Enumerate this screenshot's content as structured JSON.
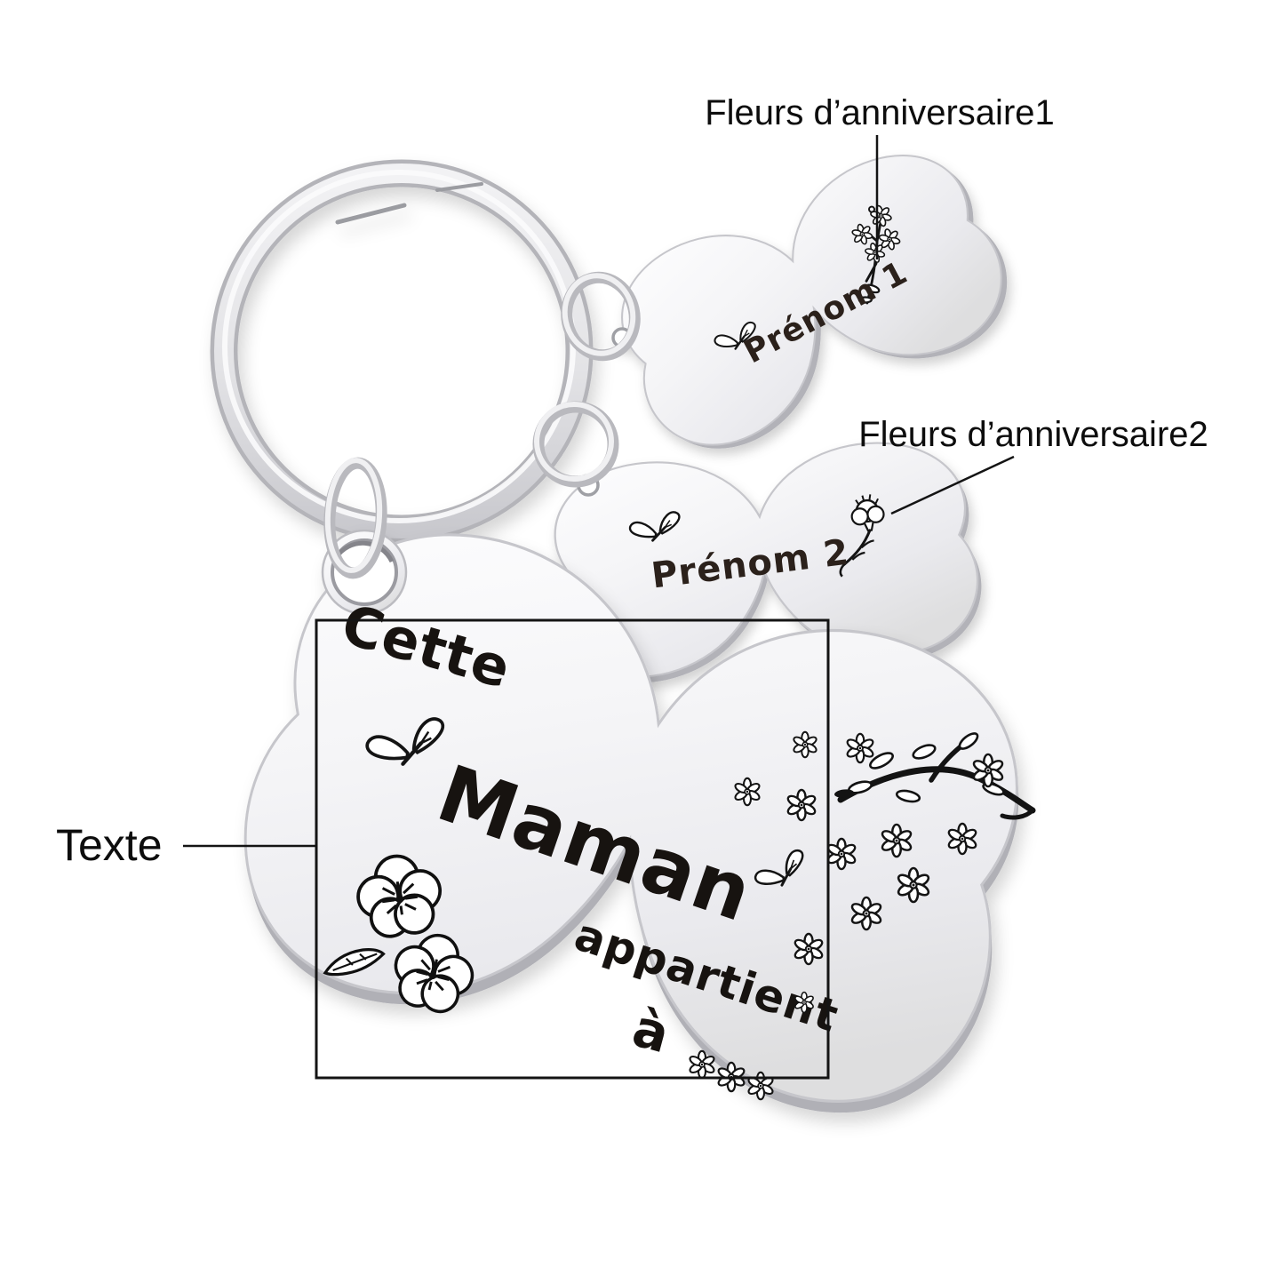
{
  "scene": {
    "type": "product-customization-photo",
    "description": "Butterfly keychain mockup with engraving zones"
  },
  "annotations": {
    "callout1": "Fleurs d’anniversaire1",
    "callout2": "Fleurs d’anniversaire2",
    "texte_label": "Texte"
  },
  "engravings": {
    "charm1_name": "Prénom 1",
    "charm2_name": "Prénom 2",
    "word_cette": "Cette",
    "word_maman": "Maman",
    "word_appartient": "appartient",
    "word_a": "à"
  },
  "icons": {
    "keyring": "split-key-ring",
    "jump_ring": "jump-ring",
    "butterfly_charm": "butterfly-shape",
    "mini_butterfly": "butterfly-icon",
    "daisy": "daisy-flower-icon",
    "bouquet": "birth-flower-bouquet-icon",
    "carnation": "carnation-flower-icon",
    "pansy": "pansy-flower-icon",
    "branch": "leaf-branch-icon"
  },
  "colors": {
    "background": "#ffffff",
    "annotation_text": "#0d0d0d",
    "annotation_line": "#141414",
    "engraving_black": "#171310",
    "engraving_brown": "#2b211b",
    "metal_light": "#fdfdfe",
    "metal_mid": "#e9e9ed",
    "metal_dark": "#b6b6bb",
    "outline_box": "#141414"
  }
}
